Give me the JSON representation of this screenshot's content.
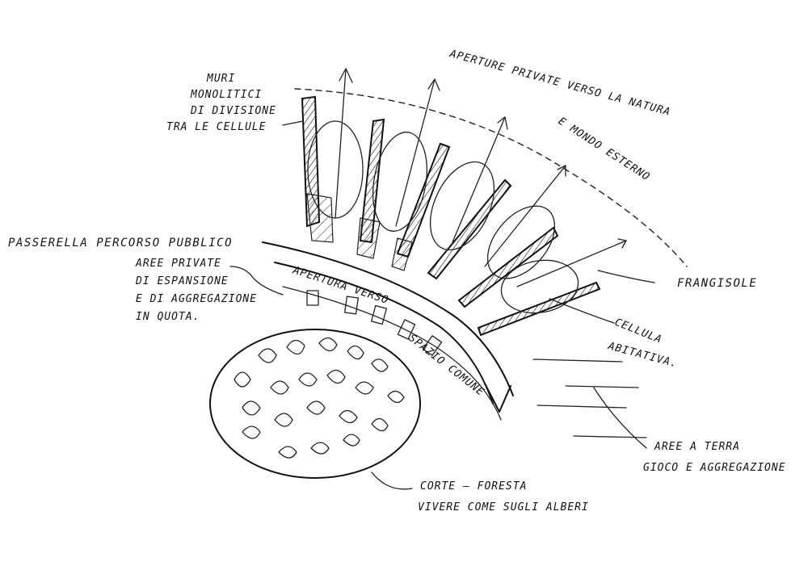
{
  "labels": {
    "muri_1": "MURI",
    "muri_2": "MONOLITICI",
    "muri_3": "DI DIVISIONE",
    "muri_4": "TRA LE CELLULE",
    "aperture_1": "APERTURE PRIVATE VERSO LA NATURA",
    "aperture_2": "E MONDO ESTERNO",
    "passerella": "PASSERELLA PERCORSO PUBBLICO",
    "aree_privata_1": "AREE PRIVATE",
    "aree_privata_2": "DI ESPANSIONE",
    "aree_privata_3": "E DI AGGREGAZIONE",
    "aree_privata_4": "IN QUOTA.",
    "apertura_1": "APERTURA VERSO",
    "apertura_2": "SPAZIO COMUNE",
    "frangisole": "FRANGISOLE",
    "cellula_1": "CELLULA",
    "cellula_2": "ABITATIVA.",
    "aree_terra_1": "AREE A TERRA",
    "aree_terra_2": "GIOCO E AGGREGAZIONE",
    "corte_1": "CORTE — FORESTA",
    "corte_2": "VIVERE COME SUGLI ALBERI"
  },
  "colors": {
    "ink": "#111111",
    "paper": "#ffffff"
  }
}
